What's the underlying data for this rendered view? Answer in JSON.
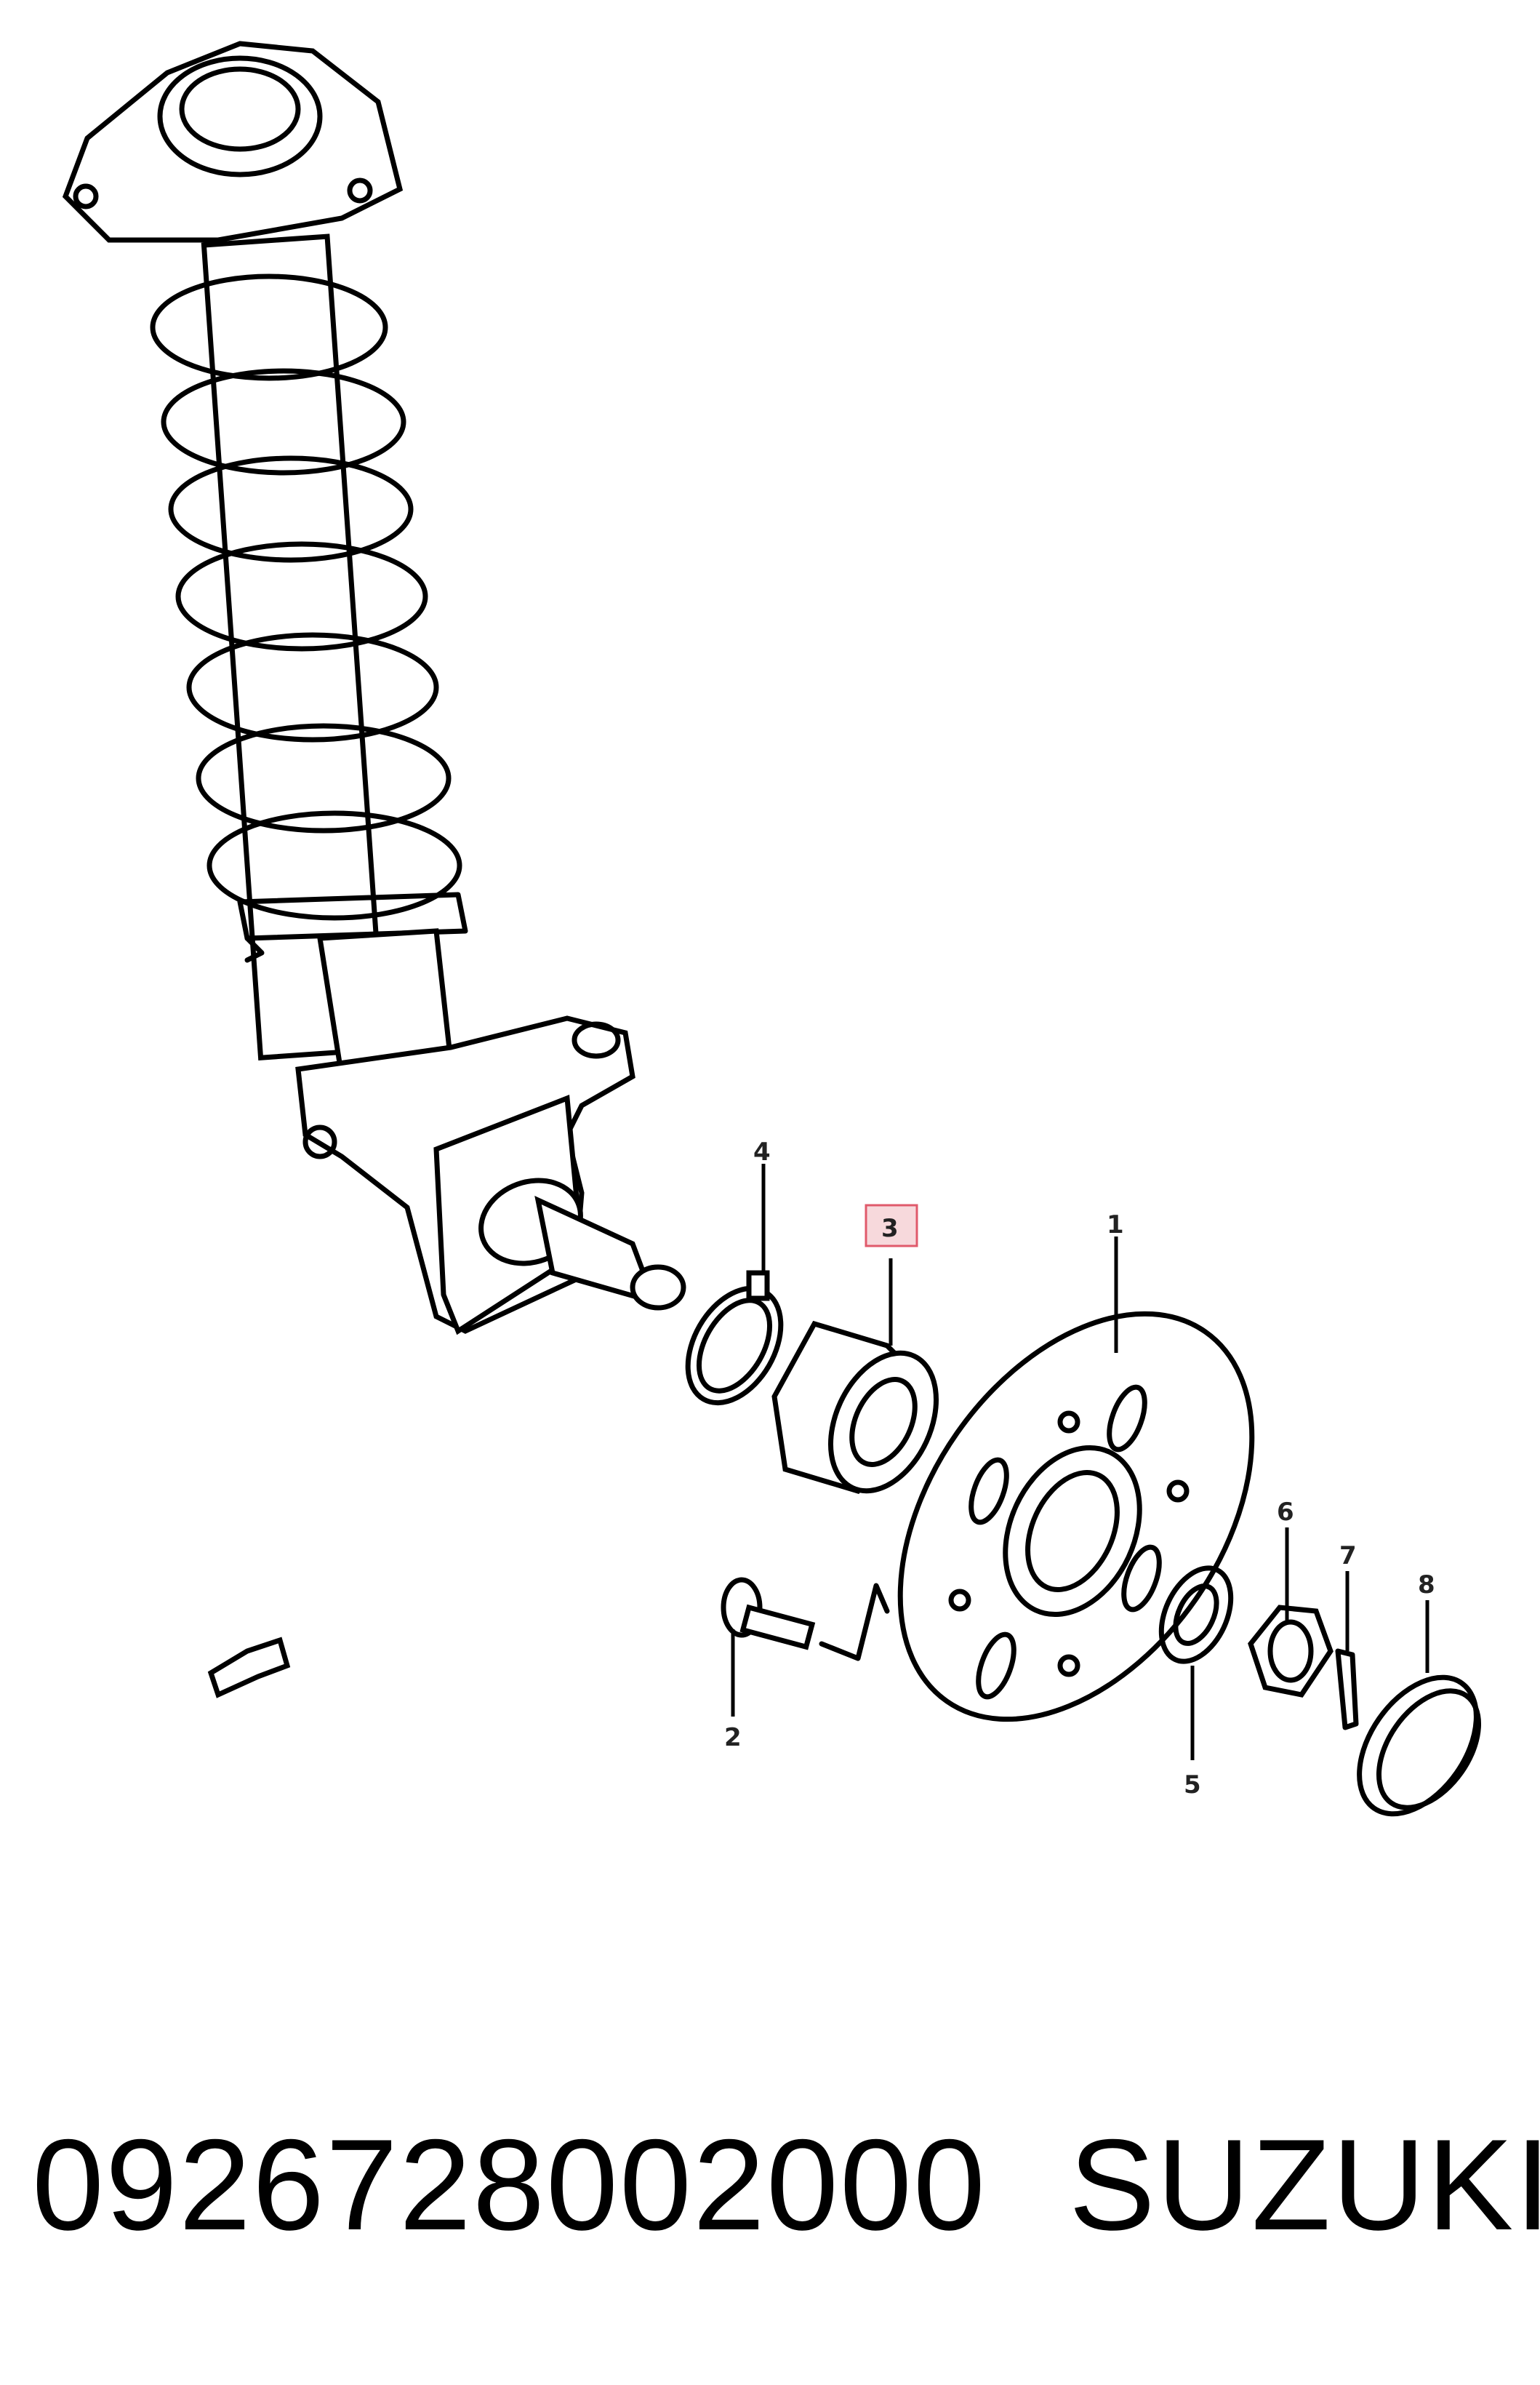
{
  "diagram": {
    "callouts": {
      "c1": "1",
      "c2": "2",
      "c3": "3",
      "c4": "4",
      "c5": "5",
      "c6": "6",
      "c7": "7",
      "c8": "8"
    },
    "highlighted_callout": "3",
    "highlight_color": "#e05a6b"
  },
  "footer": {
    "part_number": "0926728002000",
    "brand": "SUZUKI"
  }
}
